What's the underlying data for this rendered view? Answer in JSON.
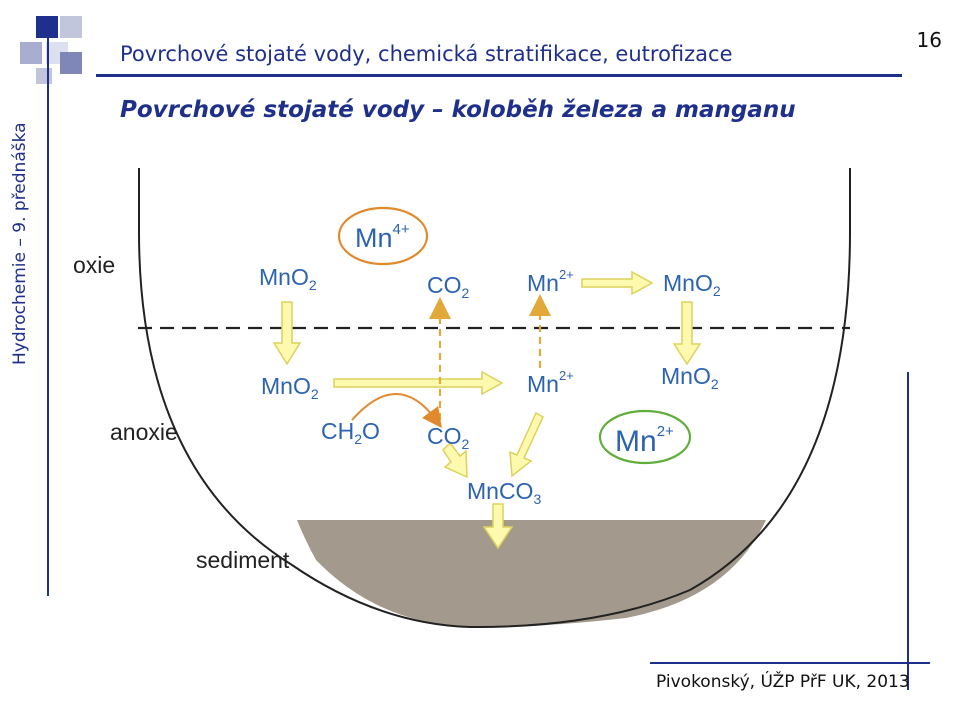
{
  "slide": {
    "title": "Povrchové stojaté vody, chemická stratifikace, eutrofizace",
    "page_number": "16",
    "subtitle": "Povrchové stojaté vody – koloběh železa a manganu",
    "vertical_label": "Hydrochemie – 9. přednáška",
    "footer": "Pivokonský, ÚŽP PřF UK, 2013"
  },
  "colors": {
    "title_blue": "#1f2f8c",
    "species_blue": "#2c63b3",
    "arrow_fill": "#fdfab0",
    "arrow_stroke": "#dcd25c",
    "dash_arrow": "#e0a93a",
    "mn4_ring": "#e08a2c",
    "mn2_ring": "#5fae3a",
    "sediment": "#a39a8d",
    "water_outline": "#222222"
  },
  "diagram": {
    "zones": {
      "oxic": "oxie",
      "anoxic": "anoxie",
      "sediment": "sediment"
    },
    "species": {
      "mno2_top_left": {
        "base": "MnO",
        "sub": "2"
      },
      "mn4": {
        "base": "Mn",
        "sup": "4+"
      },
      "co2_top": {
        "base": "CO",
        "sub": "2"
      },
      "mn2_top": {
        "base": "Mn",
        "sup": "2+"
      },
      "mno2_top_right": {
        "base": "MnO",
        "sub": "2"
      },
      "mno2_mid_left": {
        "base": "MnO",
        "sub": "2"
      },
      "mn2_mid": {
        "base": "Mn",
        "sup": "2+"
      },
      "mno2_mid_right": {
        "base": "MnO",
        "sub": "2"
      },
      "ch2o": {
        "base1": "CH",
        "sub": "2",
        "base2": "O"
      },
      "co2_low": {
        "base": "CO",
        "sub": "2"
      },
      "mn2_ring": {
        "base": "Mn",
        "sup": "2+"
      },
      "mnco3": {
        "base": "MnCO",
        "sub": "3"
      }
    }
  }
}
